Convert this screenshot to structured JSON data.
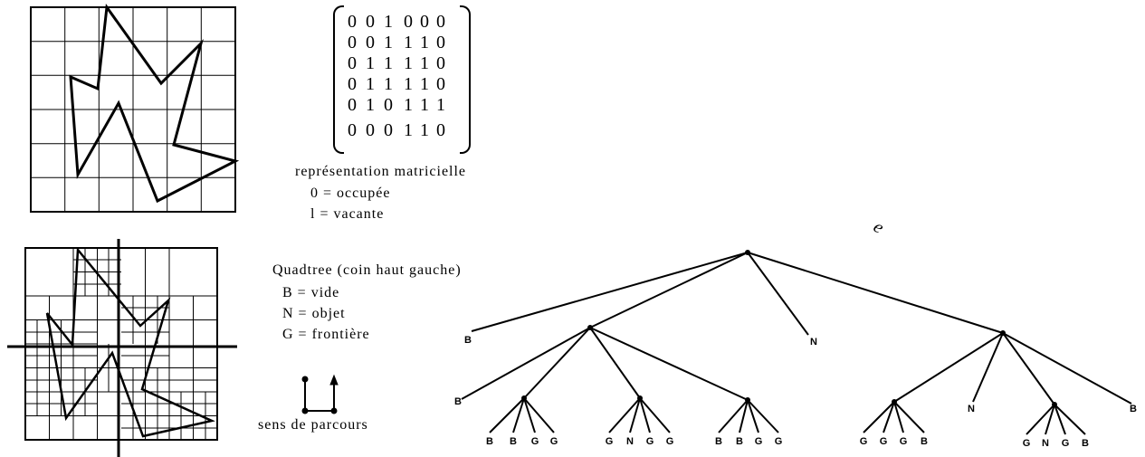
{
  "matrix": {
    "rows": [
      [
        "0",
        "0",
        "1",
        "0",
        "0",
        "0"
      ],
      [
        "0",
        "0",
        "1",
        "1",
        "1",
        "0"
      ],
      [
        "0",
        "1",
        "1",
        "1",
        "1",
        "0"
      ],
      [
        "0",
        "1",
        "1",
        "1",
        "1",
        "0"
      ],
      [
        "0",
        "1",
        "0",
        "1",
        "1",
        "1"
      ],
      [
        "0",
        "0",
        "0",
        "1",
        "1",
        "0"
      ]
    ]
  },
  "matrix_legend": {
    "title": "représentation matricielle",
    "line1": "0 = occupée",
    "line2": "l = vacante"
  },
  "quadtree_legend": {
    "title": "Quadtree (coin haut gauche)",
    "line1": "B = vide",
    "line2": "N = objet",
    "line3": "G = frontière"
  },
  "traversal_label": "sens de parcours",
  "stray_mark": "e",
  "tree": {
    "level1": [
      "B",
      "N",
      "B"
    ],
    "level2_left": [
      "B"
    ],
    "level2_right": [
      "N"
    ],
    "leaves_group1": [
      "B",
      "B",
      "G",
      "G"
    ],
    "leaves_group2": [
      "G",
      "N",
      "G",
      "G"
    ],
    "leaves_group3": [
      "B",
      "B",
      "G",
      "G"
    ],
    "leaves_group4": [
      "G",
      "G",
      "G",
      "B"
    ],
    "leaves_group5": [
      "G",
      "N",
      "G",
      "B"
    ]
  }
}
